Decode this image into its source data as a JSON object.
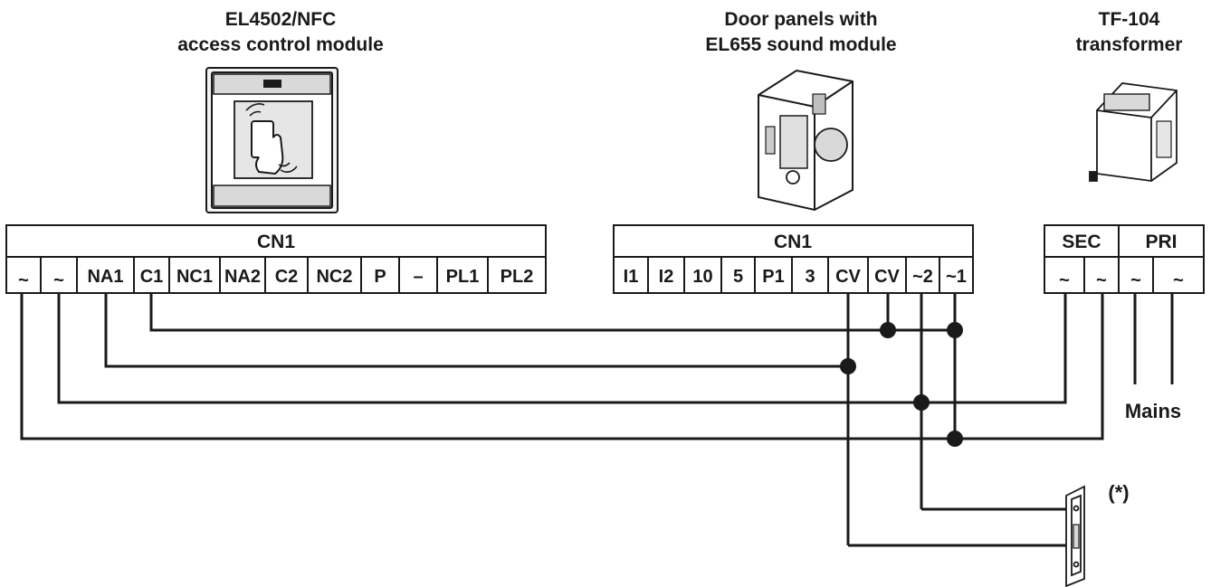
{
  "modules": {
    "access": {
      "title_line1": "EL4502/NFC",
      "title_line2": "access control module",
      "connector": "CN1",
      "terminals": [
        "~",
        "~",
        "NA1",
        "C1",
        "NC1",
        "NA2",
        "C2",
        "NC2",
        "P",
        "–",
        "PL1",
        "PL2"
      ]
    },
    "door_panel": {
      "title_line1": "Door panels with",
      "title_line2": "EL655 sound module",
      "connector": "CN1",
      "terminals": [
        "I1",
        "I2",
        "10",
        "5",
        "P1",
        "3",
        "CV",
        "CV",
        "~2",
        "~1"
      ]
    },
    "transformer": {
      "title_line1": "TF-104",
      "title_line2": "transformer",
      "group_sec": "SEC",
      "group_pri": "PRI",
      "terminals": [
        "~",
        "~",
        "~",
        "~"
      ]
    }
  },
  "labels": {
    "mains": "Mains",
    "lock_note": "(*)"
  }
}
